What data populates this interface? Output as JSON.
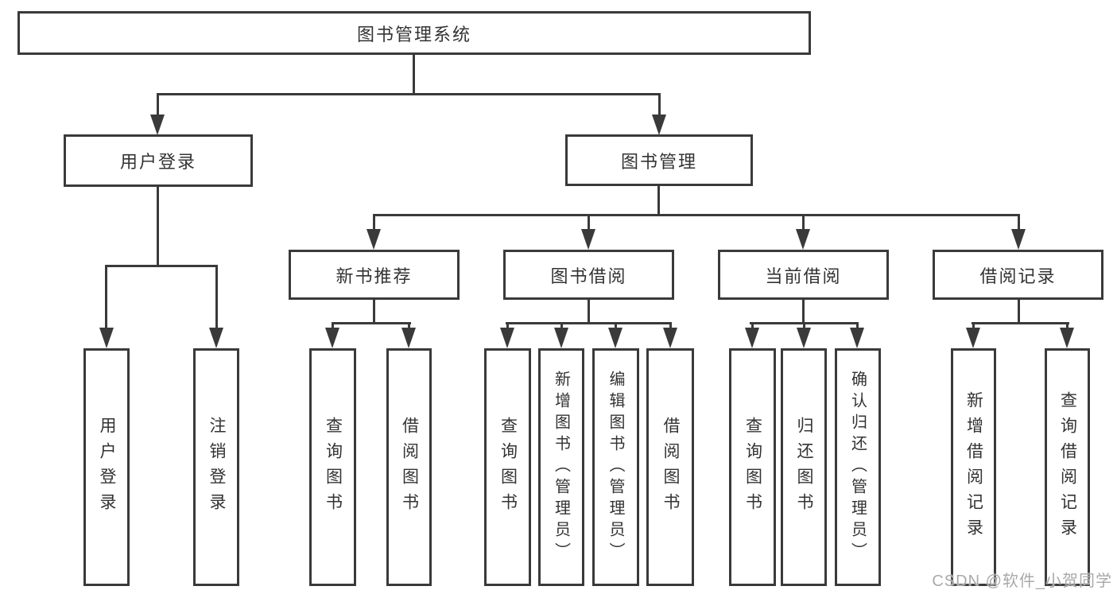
{
  "root": {
    "label": "图书管理系统"
  },
  "branches": [
    {
      "label": "用户登录",
      "leaves": [
        {
          "label": "用户登录"
        },
        {
          "label": "注销登录"
        }
      ]
    },
    {
      "label": "图书管理",
      "groups": [
        {
          "label": "新书推荐",
          "leaves": [
            {
              "label": "查询图书"
            },
            {
              "label": "借阅图书"
            }
          ]
        },
        {
          "label": "图书借阅",
          "leaves": [
            {
              "label": "查询图书"
            },
            {
              "label": "新增图书（管理员）"
            },
            {
              "label": "编辑图书（管理员）"
            },
            {
              "label": "借阅图书"
            }
          ]
        },
        {
          "label": "当前借阅",
          "leaves": [
            {
              "label": "查询图书"
            },
            {
              "label": "归还图书"
            },
            {
              "label": "确认归还（管理员）"
            }
          ]
        },
        {
          "label": "借阅记录",
          "leaves": [
            {
              "label": "新增借阅记录"
            },
            {
              "label": "查询借阅记录"
            }
          ]
        }
      ]
    }
  ],
  "watermark": {
    "text": "CSDN @软件_小贺同学"
  },
  "colors": {
    "line": "#3a3a3a",
    "box_border": "#3a3a3a",
    "text": "#333333",
    "watermark": "#a9a9a9",
    "background": "#ffffff"
  }
}
